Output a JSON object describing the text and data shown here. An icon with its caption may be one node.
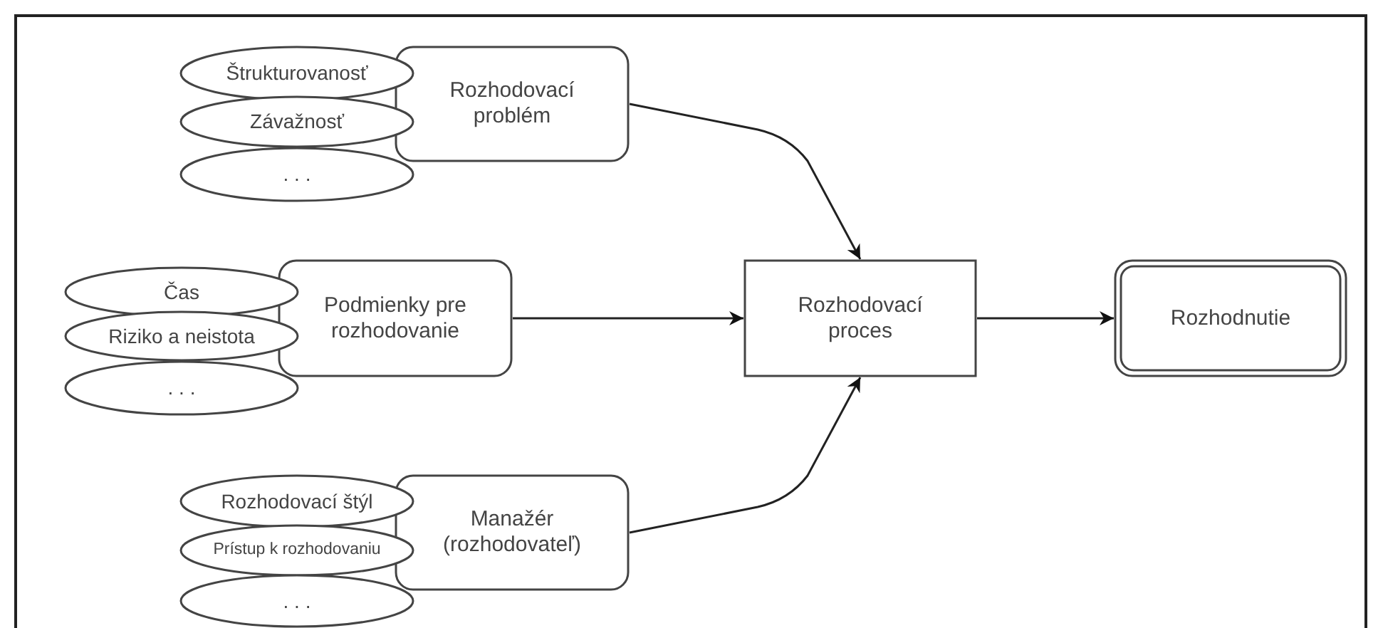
{
  "diagram": {
    "nodes": [
      {
        "text": [
          "Štrukturovanosť"
        ]
      },
      {
        "text": [
          "Závažnosť"
        ]
      },
      {
        "text": [
          ". . ."
        ]
      },
      {
        "text": [
          "Rozhodovací problém"
        ]
      },
      {
        "text": [
          "Čas"
        ]
      },
      {
        "text": [
          "Riziko a neistota"
        ]
      },
      {
        "text": [
          ". . ."
        ]
      },
      {
        "text": [
          "Podmienky pre rozhodovanie"
        ]
      },
      {
        "text": [
          "Rozhodovací štýl"
        ]
      },
      {
        "text": [
          "Prístup k rozhodovaniu"
        ]
      },
      {
        "text": [
          ". . ."
        ]
      },
      {
        "text": [
          "Manažér (rozhodovateľ)"
        ]
      },
      {
        "text": [
          "Rozhodovací proces"
        ]
      },
      {
        "text": [
          "Rozhodnutie"
        ]
      }
    ],
    "edges": [
      {
        "from": 3,
        "to": 12,
        "arrow": "to"
      },
      {
        "from": 7,
        "to": 12,
        "arrow": "to"
      },
      {
        "from": 11,
        "to": 12,
        "arrow": "to"
      },
      {
        "from": 12,
        "to": 13,
        "arrow": "to"
      }
    ]
  }
}
